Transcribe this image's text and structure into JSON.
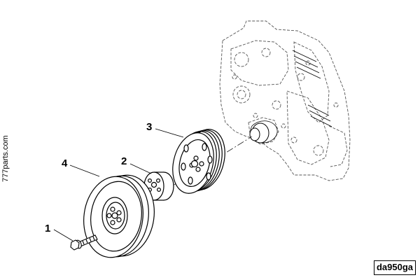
{
  "watermark": "777parts.com",
  "drawing_code": "da950ga",
  "callouts": [
    {
      "label": "1",
      "part": "bolt"
    },
    {
      "label": "2",
      "part": "spacer"
    },
    {
      "label": "3",
      "part": "pulley"
    },
    {
      "label": "4",
      "part": "damper"
    }
  ],
  "colors": {
    "line": "#000000",
    "dashed": "#555555",
    "background": "#ffffff"
  }
}
